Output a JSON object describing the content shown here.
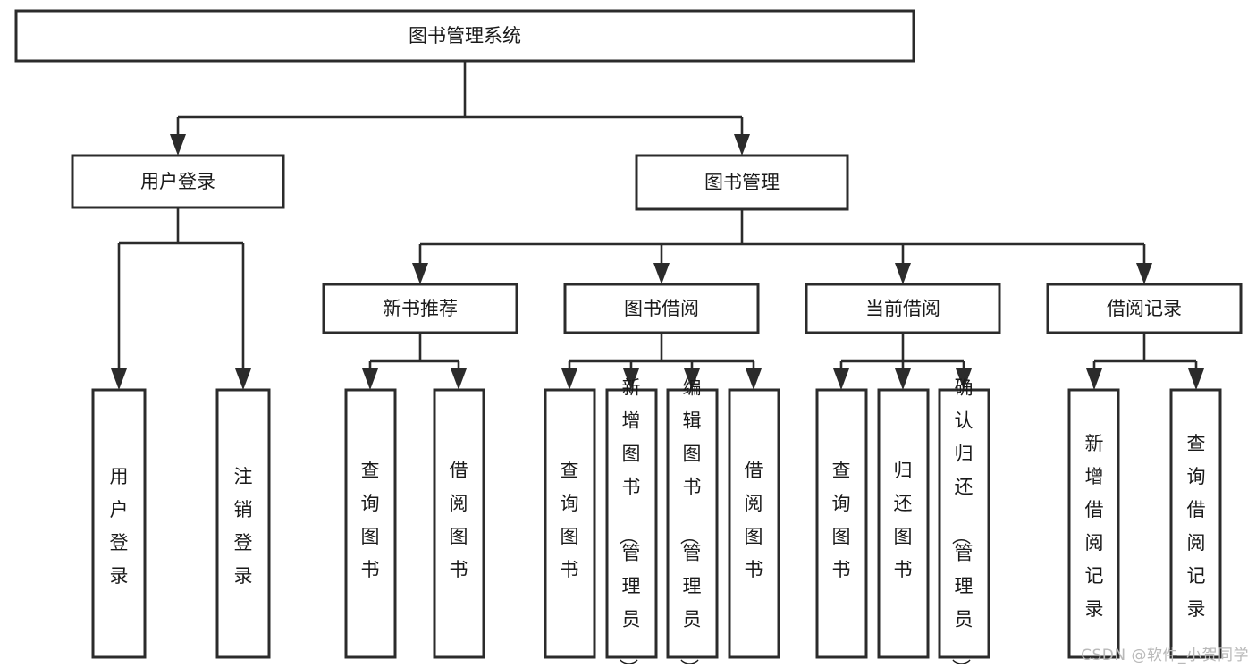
{
  "diagram": {
    "type": "tree",
    "title": "图书管理系统",
    "orientation": "top-down",
    "colors": {
      "box_stroke": "#2b2b2b",
      "box_fill": "#ffffff",
      "connector": "#2b2b2b",
      "text": "#1a1a1a",
      "watermark": "#b9b9b9",
      "background": "#ffffff"
    },
    "nodes": {
      "root": {
        "label": "图书管理系统",
        "level": 0,
        "text_orientation": "horizontal"
      },
      "l1": [
        {
          "id": "user-login",
          "label": "用户登录",
          "text_orientation": "horizontal"
        },
        {
          "id": "book-manage",
          "label": "图书管理",
          "text_orientation": "horizontal"
        }
      ],
      "l2": [
        {
          "id": "new-book-rec",
          "label": "新书推荐",
          "text_orientation": "horizontal"
        },
        {
          "id": "book-borrow",
          "label": "图书借阅",
          "text_orientation": "horizontal"
        },
        {
          "id": "current-borrow",
          "label": "当前借阅",
          "text_orientation": "horizontal"
        },
        {
          "id": "borrow-record",
          "label": "借阅记录",
          "text_orientation": "horizontal"
        }
      ],
      "leaves": {
        "user-login": [
          {
            "id": "leaf-user-login",
            "label": "用户登录",
            "text_orientation": "vertical"
          },
          {
            "id": "leaf-logout-login",
            "label": "注销登录",
            "text_orientation": "vertical"
          }
        ],
        "new-book-rec": [
          {
            "id": "leaf-query-book-1",
            "label": "查询图书",
            "text_orientation": "vertical"
          },
          {
            "id": "leaf-borrow-book-1",
            "label": "借阅图书",
            "text_orientation": "vertical"
          }
        ],
        "book-borrow": [
          {
            "id": "leaf-query-book-2",
            "label": "查询图书",
            "text_orientation": "vertical"
          },
          {
            "id": "leaf-add-book",
            "label": "新增图书（管理员）",
            "text_orientation": "vertical"
          },
          {
            "id": "leaf-edit-book",
            "label": "编辑图书（管理员）",
            "text_orientation": "vertical"
          },
          {
            "id": "leaf-borrow-book-2",
            "label": "借阅图书",
            "text_orientation": "vertical"
          }
        ],
        "current-borrow": [
          {
            "id": "leaf-query-book-3",
            "label": "查询图书",
            "text_orientation": "vertical"
          },
          {
            "id": "leaf-return-book",
            "label": "归还图书",
            "text_orientation": "vertical"
          },
          {
            "id": "leaf-confirm-return",
            "label": "确认归还（管理员）",
            "text_orientation": "vertical"
          }
        ],
        "borrow-record": [
          {
            "id": "leaf-add-record",
            "label": "新增借阅记录",
            "text_orientation": "vertical"
          },
          {
            "id": "leaf-query-record",
            "label": "查询借阅记录",
            "text_orientation": "vertical"
          }
        ]
      }
    }
  },
  "watermark": {
    "text": "CSDN @软件_小贺同学"
  }
}
